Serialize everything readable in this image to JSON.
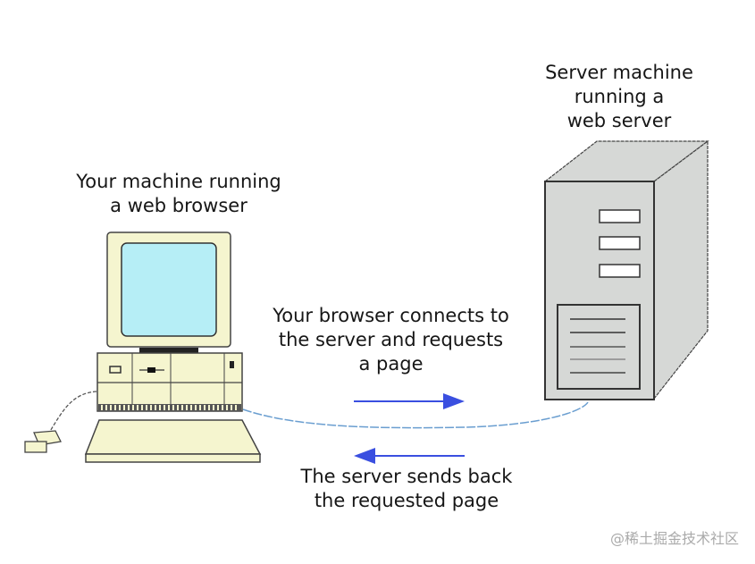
{
  "diagram": {
    "client_label": "Your machine running\na web browser",
    "server_label": "Server machine\nrunning a\nweb server",
    "request_label": "Your browser connects to\nthe server and requests\na page",
    "response_label": "The server sends back\nthe requested page",
    "nodes": [
      {
        "id": "client",
        "type": "desktop-computer",
        "label_ref": "client_label"
      },
      {
        "id": "server",
        "type": "tower-server",
        "label_ref": "server_label"
      }
    ],
    "edges": [
      {
        "from": "client",
        "to": "server",
        "direction": "right",
        "label_ref": "request_label"
      },
      {
        "from": "server",
        "to": "client",
        "direction": "left",
        "label_ref": "response_label"
      }
    ],
    "colors": {
      "arrow": "#3a4fe0",
      "cable": "#6a9ed0",
      "monitor_screen": "#b6eef6",
      "computer_body": "#f5f5cf",
      "server_body": "#d6d8d6"
    }
  },
  "watermark": "@稀土掘金技术社区"
}
